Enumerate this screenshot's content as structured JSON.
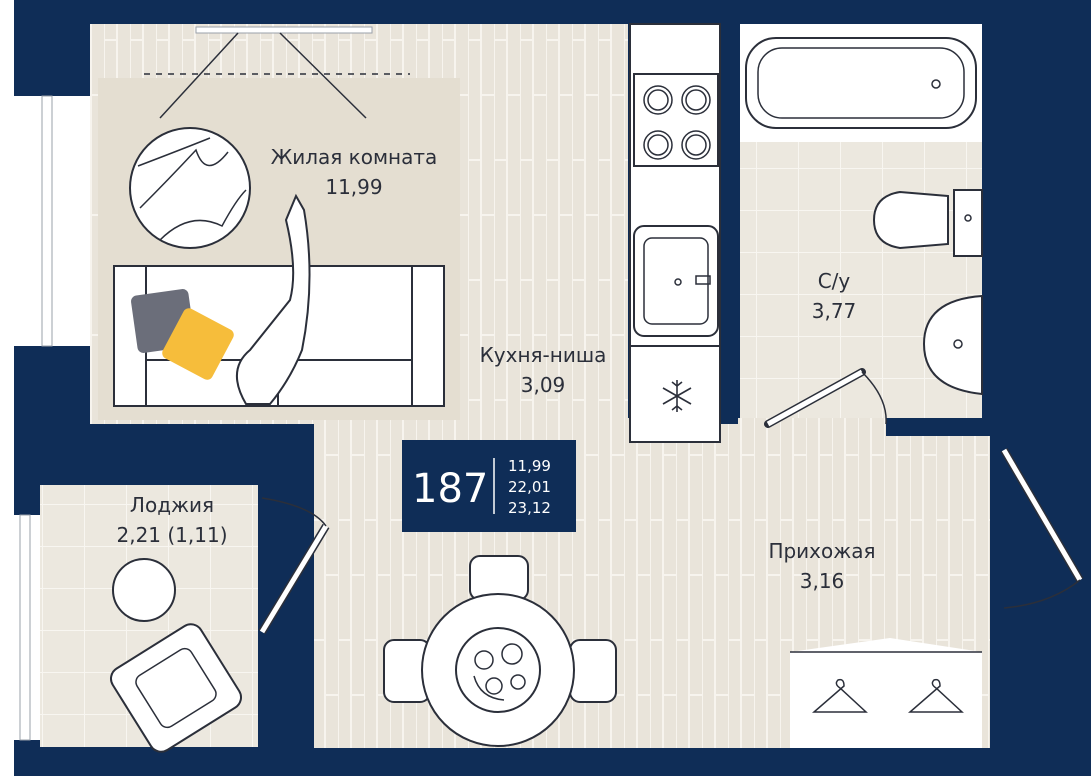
{
  "rooms": {
    "living": {
      "name": "Жилая комната",
      "area": "11,99"
    },
    "kitchen": {
      "name": "Кухня-ниша",
      "area": "3,09"
    },
    "bathroom": {
      "name": "С/у",
      "area": "3,77"
    },
    "loggia": {
      "name": "Лоджия",
      "area": "2,21 (1,11)"
    },
    "hallway": {
      "name": "Прихожая",
      "area": "3,16"
    }
  },
  "badge": {
    "number": "187",
    "area_living": "11,99",
    "area_total_no_loggia": "22,01",
    "area_total": "23,12"
  },
  "colors": {
    "wall": "#0f2d57",
    "floor_wood": "#e9e4da",
    "floor_tile": "#ece8df",
    "rug": "#e4ded1",
    "pillow_dark": "#6b6e7a",
    "pillow_yellow": "#f6bd3b"
  },
  "icons": [
    "snowflake-icon",
    "hanger-icon",
    "hanger-icon"
  ]
}
